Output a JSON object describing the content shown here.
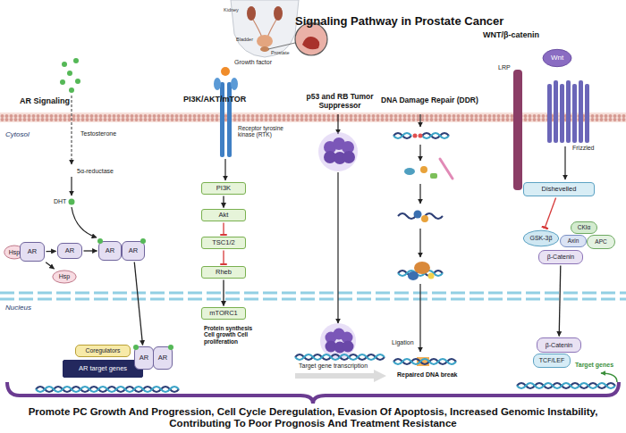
{
  "diagram": {
    "title": "Signaling Pathway in Prostate Cancer",
    "caption": "Promote PC Growth And Progression, Cell Cycle Deregulation, Evasion Of Apoptosis, Increased Genomic Instability, Contributing To Poor Prognosis And Treatment Resistance",
    "nodes": [
      {
        "text": [
          "Hsp"
        ]
      },
      {
        "text": [
          "AR"
        ]
      },
      {
        "text": [
          "AR"
        ]
      },
      {
        "text": [
          "Hsp"
        ]
      },
      {
        "text": [
          "AR"
        ]
      },
      {
        "text": [
          "AR"
        ]
      },
      {
        "text": [
          "Coregulators"
        ]
      },
      {
        "text": [
          "AR target genes"
        ]
      },
      {
        "text": [
          "AR"
        ]
      },
      {
        "text": [
          "AR"
        ]
      },
      {
        "text": [
          "PI3K"
        ]
      },
      {
        "text": [
          "Akt"
        ]
      },
      {
        "text": [
          "TSC1/2"
        ]
      },
      {
        "text": [
          "Rheb"
        ]
      },
      {
        "text": [
          "mTORC1"
        ]
      },
      {
        "text": [
          "Wnt"
        ]
      },
      {
        "text": [
          "Dishevelled"
        ]
      },
      {
        "text": [
          "GSK-3β"
        ]
      },
      {
        "text": [
          "CKIα"
        ]
      },
      {
        "text": [
          "Axin"
        ]
      },
      {
        "text": [
          "APC"
        ]
      },
      {
        "text": [
          "β-Catenin"
        ]
      },
      {
        "text": [
          "β-Catenin"
        ]
      },
      {
        "text": [
          "TCF/LEF"
        ]
      }
    ],
    "edges": [
      {
        "from": 1,
        "to": 2,
        "arrow": "to"
      },
      {
        "from": 1,
        "to": 3,
        "arrow": "to"
      },
      {
        "from": 2,
        "to": 4,
        "arrow": "to"
      },
      {
        "from": 5,
        "to": 8,
        "arrow": "to"
      },
      {
        "from": 10,
        "to": 11,
        "arrow": "to"
      },
      {
        "from": 11,
        "to": 12,
        "arrow": "to"
      },
      {
        "from": 12,
        "to": 13,
        "arrow": "to"
      },
      {
        "from": 13,
        "to": 14,
        "arrow": "to"
      },
      {
        "from": 16,
        "to": 17,
        "arrow": "to"
      },
      {
        "from": 21,
        "to": 22,
        "arrow": "to"
      }
    ],
    "labels": [
      "Kidney",
      "Bladder",
      "Prostate",
      "Tumor",
      "AR Signaling",
      "Testosterone",
      "5α-reductase",
      "DHT",
      "Cytosol",
      "Nucleus",
      "PI3K/AKT/mTOR",
      "Growth factor",
      "Receptor tyrosine kinase (RTK)",
      "Protein synthesis Cell growth Cell proliferation",
      "p53 and RB Tumor Suppressor",
      "Target gene transcription",
      "DNA Damage Repair (DDR)",
      "Ligation",
      "Repaired DNA break",
      "WNT/β-catenin",
      "LRP",
      "Frizzled",
      "Target genes"
    ]
  }
}
